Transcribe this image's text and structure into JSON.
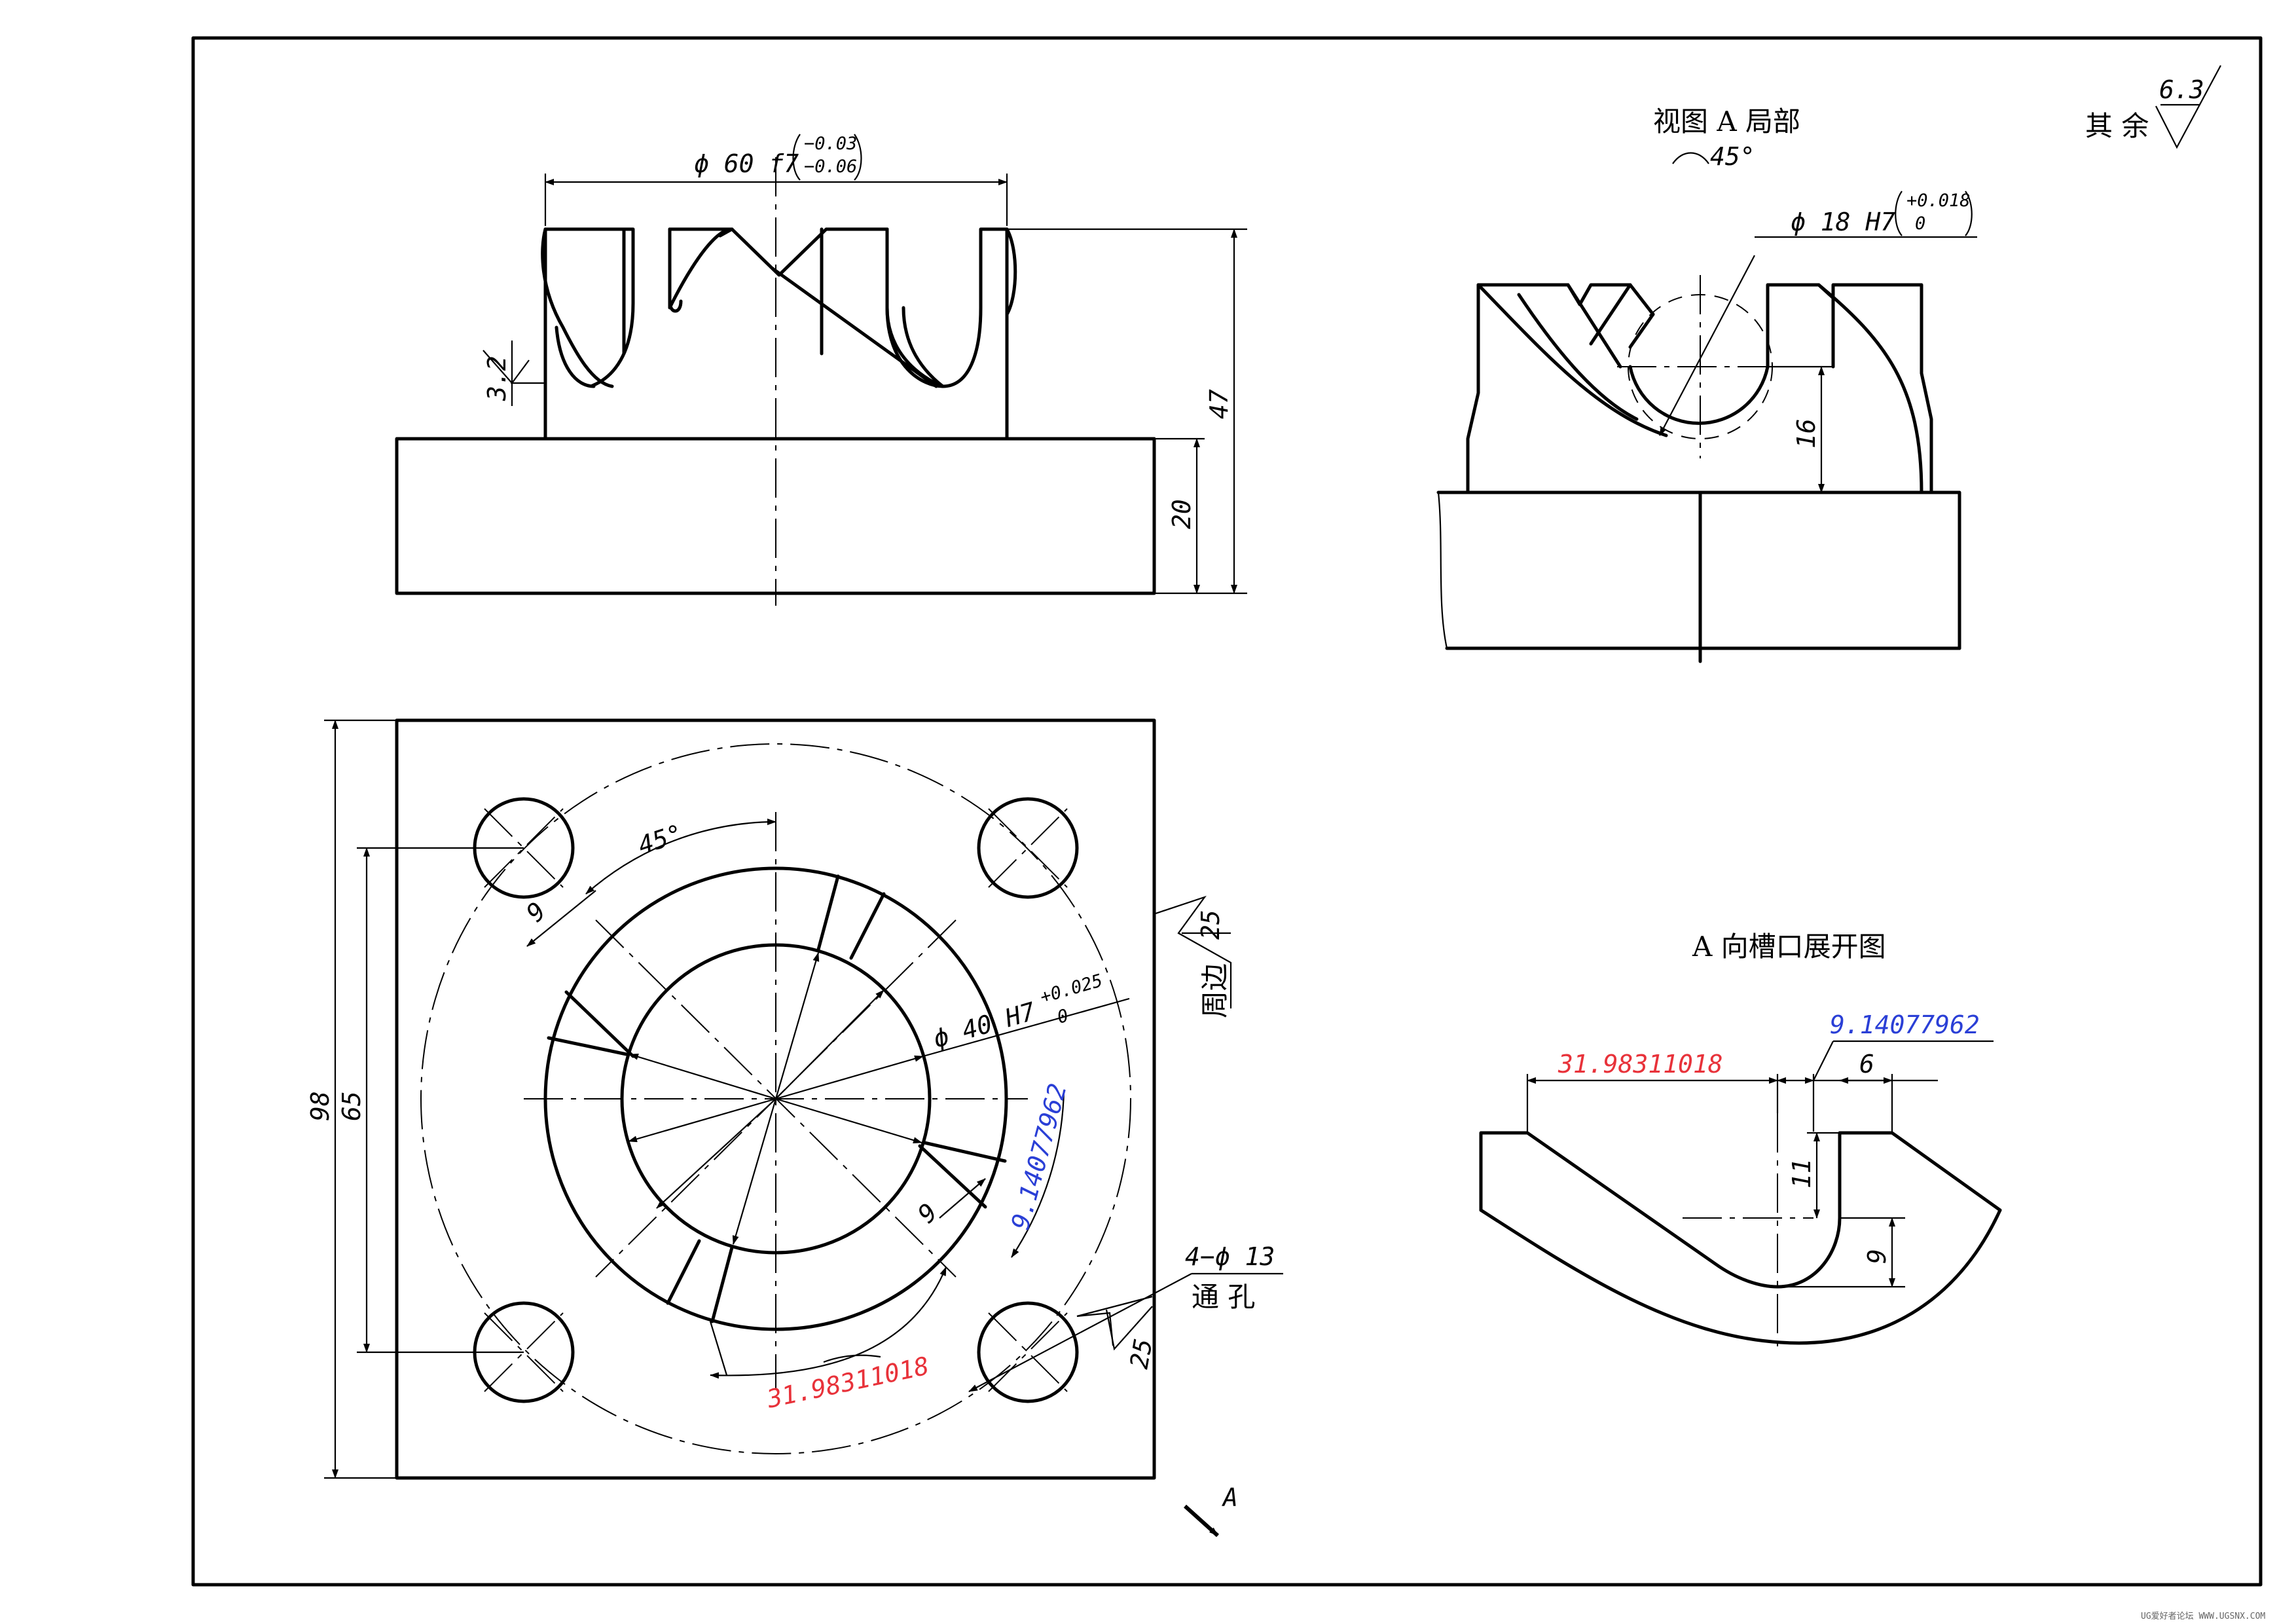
{
  "drawing": {
    "surface_finish_rest": {
      "label": "其 余",
      "value": "6.3"
    },
    "front_view": {
      "dia_main": "ϕ 60 f7",
      "dia_tol_upper": "−0.03",
      "dia_tol_lower": "−0.06",
      "height_total": "47",
      "height_base": "20",
      "roughness": "3.2"
    },
    "partial_view": {
      "title": "视图 A 局部",
      "rotation": "45°",
      "bore_dia": "ϕ 18 H7",
      "bore_tol_upper": "+0.018",
      "bore_tol_lower": "0",
      "depth": "16"
    },
    "top_view": {
      "width_outer": "98",
      "hole_spacing": "65",
      "angle": "45°",
      "slot_width_a": "9",
      "slot_width_b": "9",
      "bore_dia": "ϕ 40 H7",
      "bore_tol_upper": "+0.025",
      "bore_tol_lower": "0",
      "arc_blue": "9.14077962",
      "arc_red": "31.98311018",
      "holes": "4−ϕ 13",
      "holes_note": "通 孔",
      "roughness_side": "25",
      "roughness_side_note": "周边",
      "roughness_hole": "25",
      "view_arrow": "A"
    },
    "developed_view": {
      "title": "A 向槽口展开图",
      "len_red": "31.98311018",
      "len_blue": "9.14077962",
      "width": "6",
      "depth": "11",
      "radius": "9"
    },
    "footer": "UG爱好者论坛  WWW.UGSNX.COM"
  }
}
